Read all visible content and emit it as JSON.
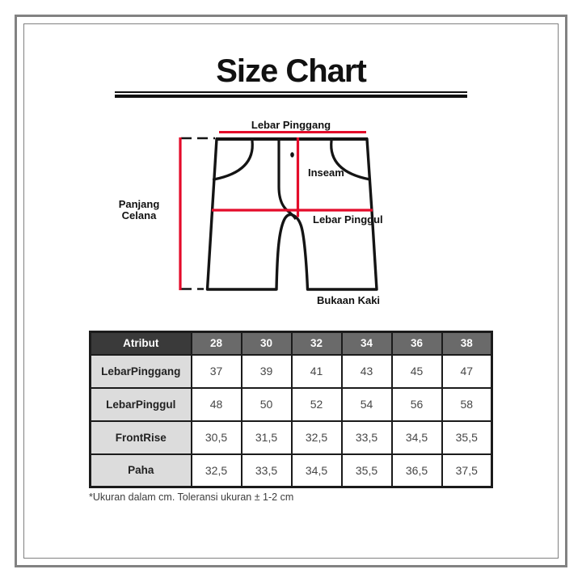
{
  "page": {
    "title": "Size Chart",
    "footnote": "*Ukuran dalam cm. Toleransi ukuran ± 1-2 cm"
  },
  "diagram": {
    "labels": {
      "waist_width": "Lebar Pinggang",
      "inseam": "Inseam",
      "hip_width": "Lebar Pinggul",
      "leg_opening": "Bukaan Kaki",
      "length_line1": "Panjang",
      "length_line2": "Celana"
    },
    "colors": {
      "measurement_line": "#e40b2a",
      "outline": "#141414"
    }
  },
  "table": {
    "header": [
      "Atribut",
      "28",
      "30",
      "32",
      "34",
      "36",
      "38"
    ],
    "rows": [
      {
        "label": "LebarPinggang",
        "values": [
          "37",
          "39",
          "41",
          "43",
          "45",
          "47"
        ]
      },
      {
        "label": "LebarPinggul",
        "values": [
          "48",
          "50",
          "52",
          "54",
          "56",
          "58"
        ]
      },
      {
        "label": "FrontRise",
        "values": [
          "30,5",
          "31,5",
          "32,5",
          "33,5",
          "34,5",
          "35,5"
        ]
      },
      {
        "label": "Paha",
        "values": [
          "32,5",
          "33,5",
          "34,5",
          "35,5",
          "36,5",
          "37,5"
        ]
      }
    ]
  },
  "chart_data": {
    "type": "table",
    "title": "Size Chart",
    "columns": [
      "Atribut",
      "28",
      "30",
      "32",
      "34",
      "36",
      "38"
    ],
    "rows": [
      [
        "LebarPinggang",
        37,
        39,
        41,
        43,
        45,
        47
      ],
      [
        "LebarPinggul",
        48,
        50,
        52,
        54,
        56,
        58
      ],
      [
        "FrontRise",
        30.5,
        31.5,
        32.5,
        33.5,
        34.5,
        35.5
      ],
      [
        "Paha",
        32.5,
        33.5,
        34.5,
        35.5,
        36.5,
        37.5
      ]
    ],
    "units_note": "Ukuran dalam cm. Toleransi ukuran ± 1-2 cm"
  }
}
